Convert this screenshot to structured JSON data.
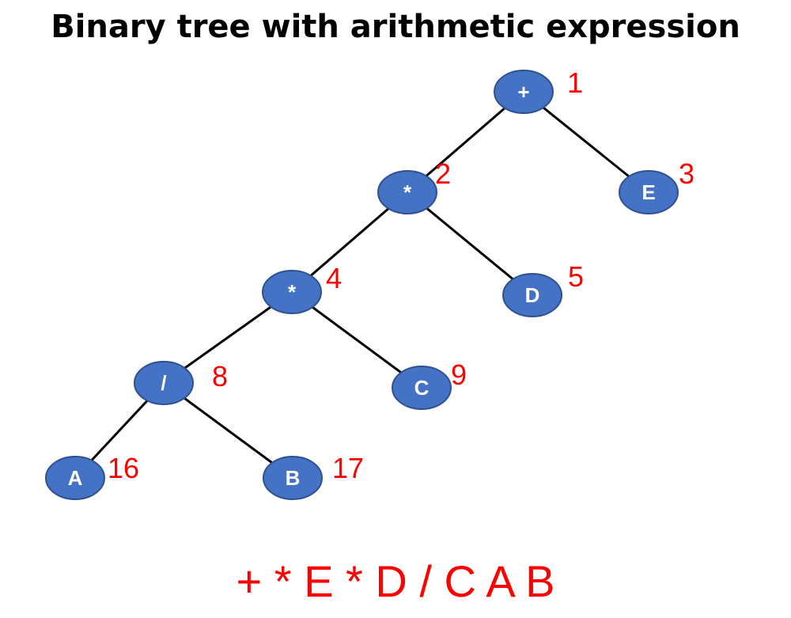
{
  "title": "Binary tree with arithmetic expression",
  "colors": {
    "node_fill": "#4472C4",
    "node_stroke": "#2F528F",
    "node_text": "#FFFFFF",
    "edge": "#000000",
    "index_text": "#FF0000",
    "expression_text": "#FF0000"
  },
  "nodes": [
    {
      "id": "n1",
      "label": "+",
      "index": "1"
    },
    {
      "id": "n2",
      "label": "*",
      "index": "2"
    },
    {
      "id": "n3",
      "label": "E",
      "index": "3"
    },
    {
      "id": "n4",
      "label": "*",
      "index": "4"
    },
    {
      "id": "n5",
      "label": "D",
      "index": "5"
    },
    {
      "id": "n8",
      "label": "/",
      "index": "8"
    },
    {
      "id": "n9",
      "label": "C",
      "index": "9"
    },
    {
      "id": "n16",
      "label": "A",
      "index": "16"
    },
    {
      "id": "n17",
      "label": "B",
      "index": "17"
    }
  ],
  "edges": [
    [
      "n1",
      "n2"
    ],
    [
      "n1",
      "n3"
    ],
    [
      "n2",
      "n4"
    ],
    [
      "n2",
      "n5"
    ],
    [
      "n4",
      "n8"
    ],
    [
      "n4",
      "n9"
    ],
    [
      "n8",
      "n16"
    ],
    [
      "n8",
      "n17"
    ]
  ],
  "expression": "+ * E * D / C A B"
}
